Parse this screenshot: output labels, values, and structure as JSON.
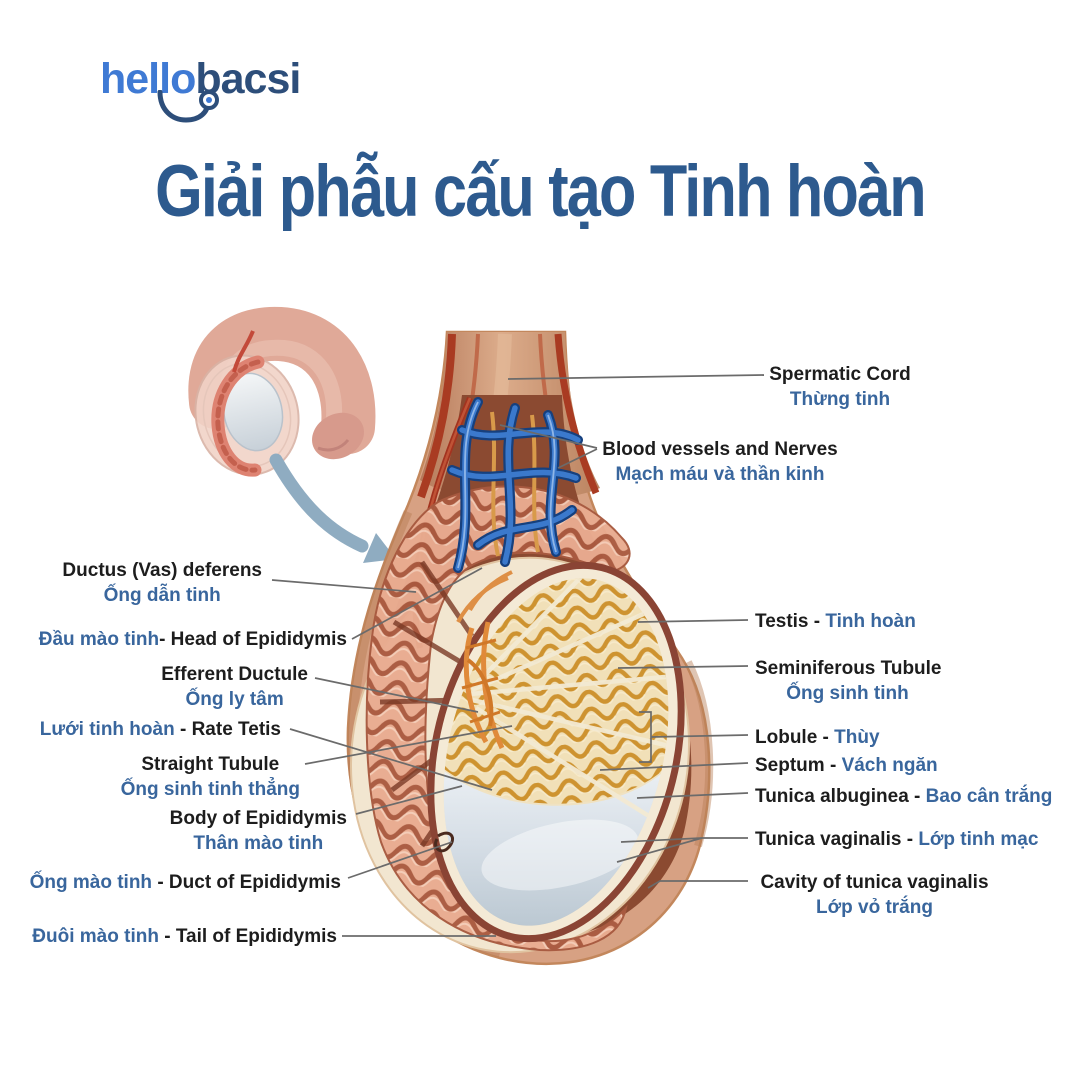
{
  "brand": {
    "hello": "hello",
    "bacsi": "bacsi"
  },
  "title": "Giải phẫu cấu tạo Tinh hoàn",
  "colors": {
    "title_blue": "#2D5A8E",
    "label_english": "#1D1D1D",
    "label_vietnamese": "#39669D",
    "logo_hello": "#3F7AD4",
    "logo_bacsi": "#2D4E7A",
    "arrow": "#8FACC1",
    "vessel_blue": "#3B79CC",
    "tissue_pink": "#E9AC90",
    "tubule_gold": "#CE9330"
  },
  "labels": {
    "spermatic_cord": {
      "en": "Spermatic Cord",
      "vi": "Thừng tinh"
    },
    "blood_vessels": {
      "en": "Blood vessels and Nerves",
      "vi": "Mạch máu và thần kinh"
    },
    "ductus_deferens": {
      "en": "Ductus (Vas) deferens",
      "vi": "Ống dẫn tinh"
    },
    "head_epididymis": {
      "vi": "Đầu mào tinh",
      "en": "- Head of Epididymis"
    },
    "efferent_ductule": {
      "en": "Efferent Ductule",
      "vi": "Ống ly tâm"
    },
    "rete_testis": {
      "vi": "Lưới tinh hoàn",
      "en": "- Rate Tetis"
    },
    "straight_tubule": {
      "en": "Straight Tubule",
      "vi": "Ống sinh tinh thẳng"
    },
    "body_epididymis": {
      "en": "Body of Epididymis",
      "vi": "Thân mào tinh"
    },
    "duct_epididymis": {
      "vi": "Ống mào tinh",
      "en": "- Duct of Epididymis"
    },
    "tail_epididymis": {
      "vi": "Đuôi mào tinh",
      "en": "- Tail of Epididymis"
    },
    "testis": {
      "en": "Testis -",
      "vi": "Tinh hoàn"
    },
    "seminiferous_tubule": {
      "en": "Seminiferous Tubule",
      "vi": "Ống sinh tinh"
    },
    "lobule": {
      "en": "Lobule -",
      "vi": "Thùy"
    },
    "septum": {
      "en": "Septum -",
      "vi": "Vách ngăn"
    },
    "tunica_albuginea": {
      "en": "Tunica albuginea -",
      "vi": "Bao cân trắng"
    },
    "tunica_vaginalis": {
      "en": "Tunica vaginalis -",
      "vi": "Lớp tinh mạc"
    },
    "cavity_tunica_vaginalis": {
      "en": "Cavity of tunica vaginalis",
      "vi": "Lớp vỏ trắng"
    }
  }
}
